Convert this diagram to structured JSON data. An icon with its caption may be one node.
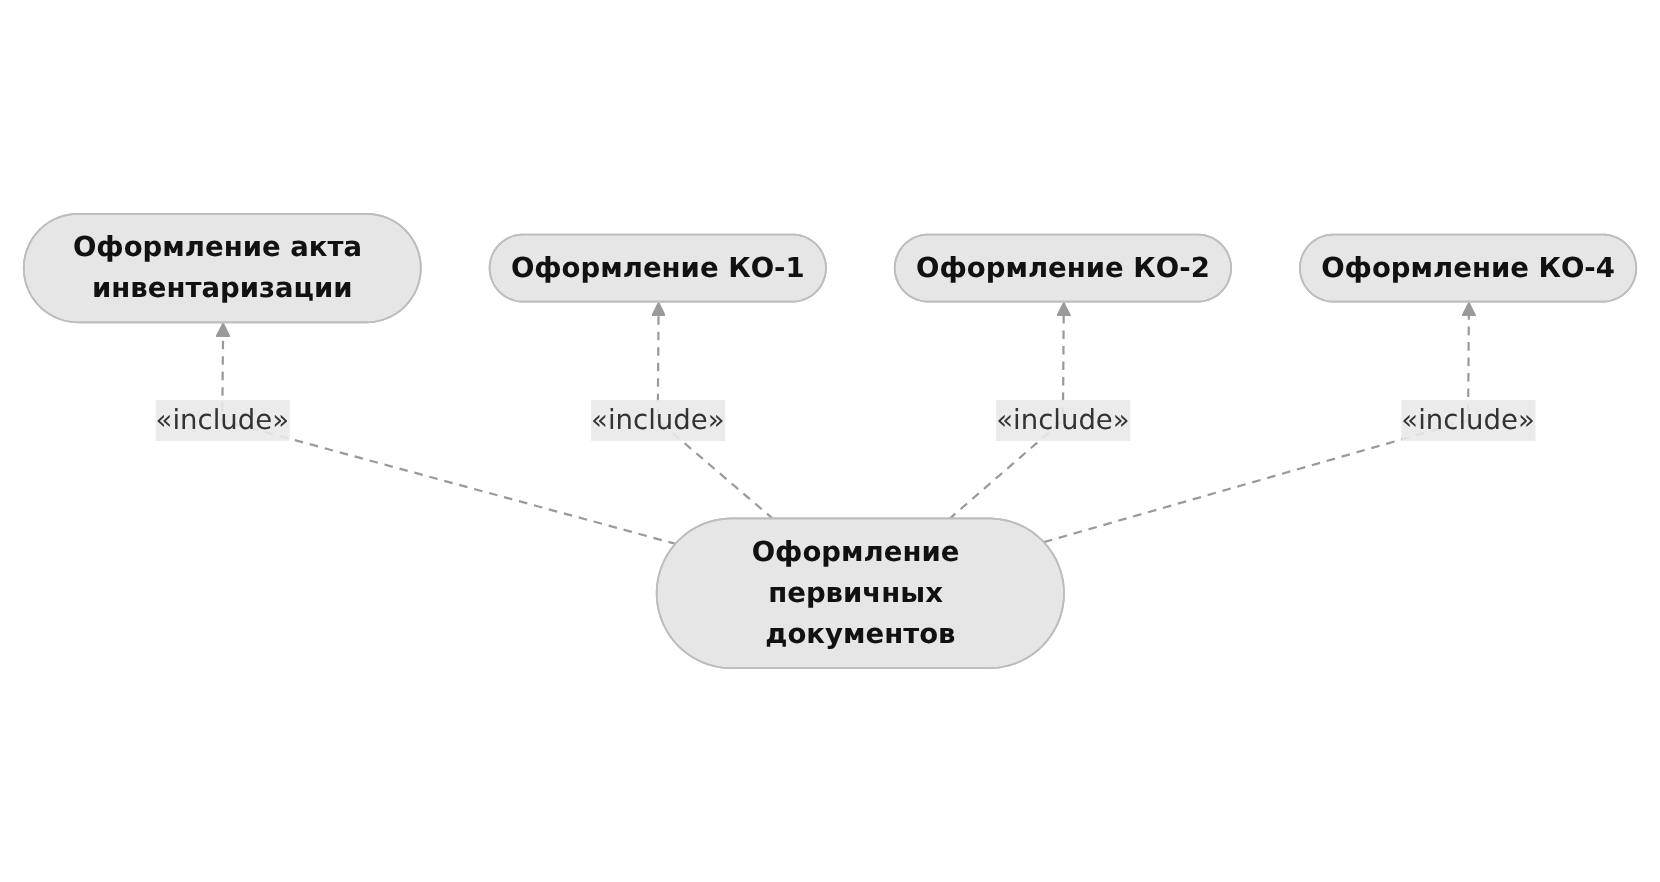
{
  "diagram": {
    "nodes": [
      {
        "text": [
          "Оформление акта инвентаризации"
        ]
      },
      {
        "text": [
          "Оформление КО-1"
        ]
      },
      {
        "text": [
          "Оформление КО-2"
        ]
      },
      {
        "text": [
          "Оформление КО-4"
        ]
      },
      {
        "text": [
          "Оформление первичных документов"
        ]
      }
    ],
    "edges": [
      {
        "from": 4,
        "to": 0,
        "arrow": "to",
        "label": "«include»",
        "style": "dashed"
      },
      {
        "from": 4,
        "to": 1,
        "arrow": "to",
        "label": "«include»",
        "style": "dashed"
      },
      {
        "from": 4,
        "to": 2,
        "arrow": "to",
        "label": "«include»",
        "style": "dashed"
      },
      {
        "from": 4,
        "to": 3,
        "arrow": "to",
        "label": "«include»",
        "style": "dashed"
      }
    ]
  }
}
